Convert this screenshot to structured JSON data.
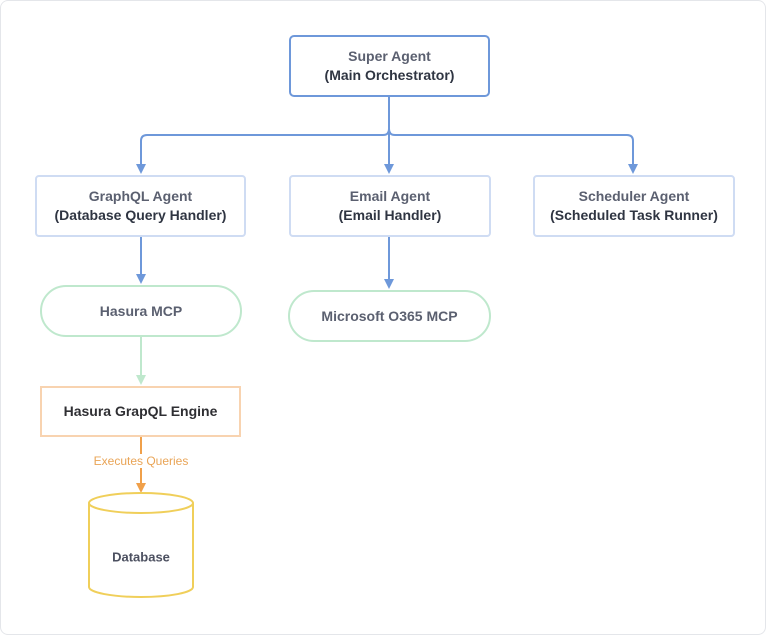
{
  "diagram": {
    "nodes": {
      "super_agent": {
        "line1": "Super Agent",
        "line2": "(Main Orchestrator)"
      },
      "graphql_agent": {
        "line1": "GraphQL Agent",
        "line2": "(Database Query Handler)"
      },
      "email_agent": {
        "line1": "Email Agent",
        "line2": "(Email Handler)"
      },
      "scheduler_agent": {
        "line1": "Scheduler Agent",
        "line2": "(Scheduled Task Runner)"
      },
      "hasura_mcp": {
        "label": "Hasura MCP"
      },
      "o365_mcp": {
        "label": "Microsoft O365 MCP"
      },
      "hasura_engine": {
        "label": "Hasura GrapQL Engine"
      },
      "database": {
        "label": "Database"
      }
    },
    "edges": {
      "engine_to_db_label": "Executes Queries"
    },
    "colors": {
      "blue_edge": "#6e98da",
      "green_edge": "#bfe8cd",
      "orange_edge": "#f0a04a",
      "db_stroke": "#f0cf5a"
    }
  }
}
